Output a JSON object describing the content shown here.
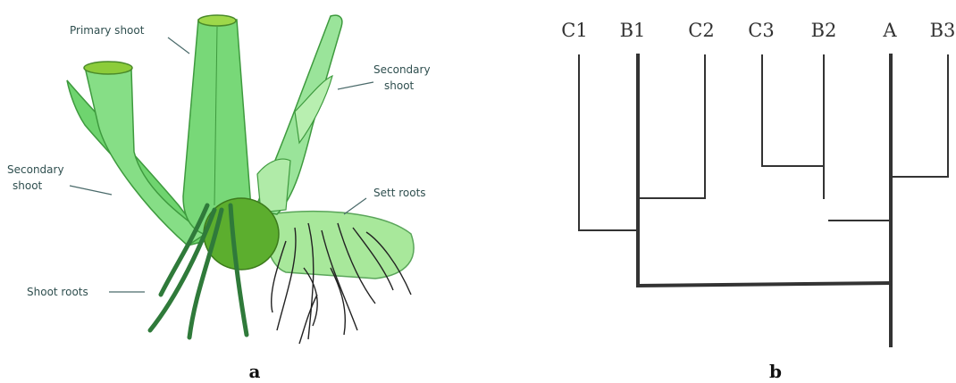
{
  "panel_a": {
    "labels": {
      "primary_shoot": "Primary shoot",
      "secondary_shoot_right": [
        "Secondary",
        "shoot"
      ],
      "secondary_shoot_left": [
        "Secondary",
        "shoot"
      ],
      "sett_roots": "Sett roots",
      "shoot_roots": "Shoot roots"
    },
    "caption": "a"
  },
  "panel_b": {
    "leaves": [
      "C1",
      "B1",
      "C2",
      "C3",
      "B2",
      "A",
      "B3"
    ],
    "caption": "b"
  }
}
